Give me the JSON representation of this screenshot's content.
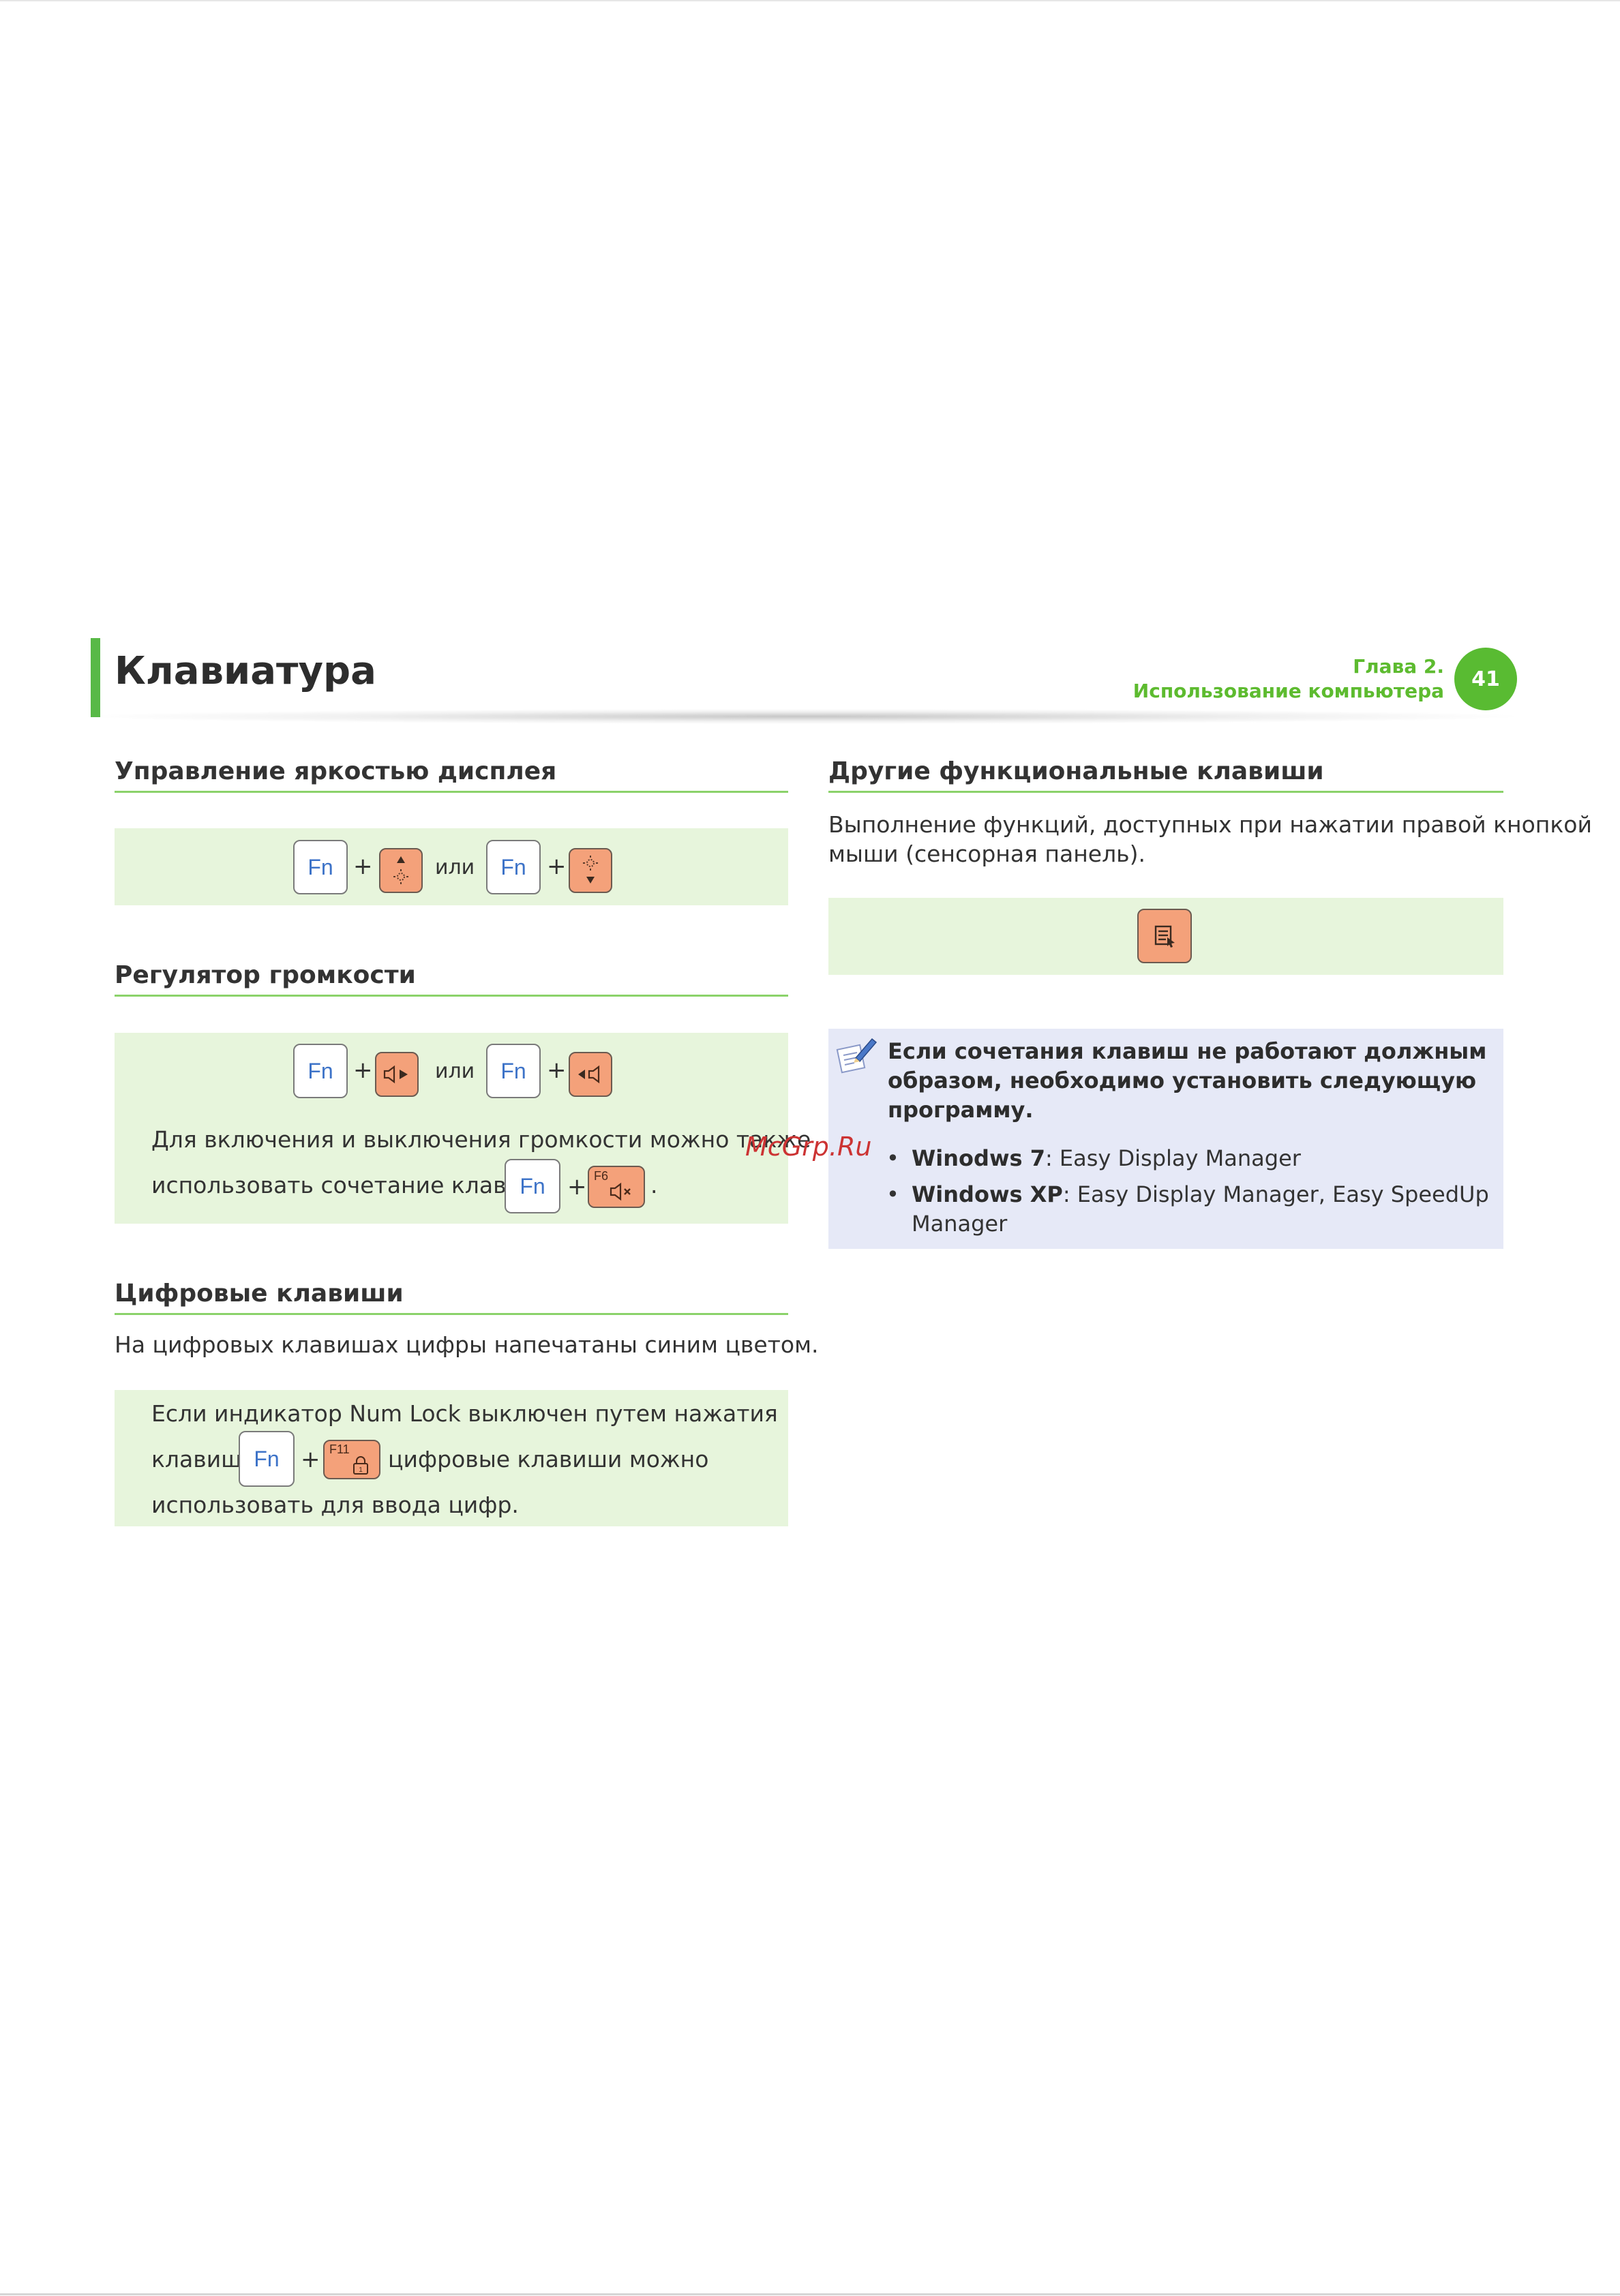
{
  "header": {
    "title": "Клавиатура",
    "chapter_line1": "Глава 2.",
    "chapter_line2": "Использование компьютера",
    "page_number": "41"
  },
  "brightness": {
    "heading": "Управление яркостью дисплея",
    "fn": "Fn",
    "plus": "+",
    "or": "или"
  },
  "volume": {
    "heading": "Регулятор громкости",
    "fn": "Fn",
    "plus": "+",
    "or": "или",
    "text_line1": "Для включения и выключения громкости можно также",
    "text_line2": "использовать сочетание клавиш",
    "mute_key_label": "F6",
    "end_dot": "."
  },
  "numeric": {
    "heading": "Цифровые клавиши",
    "description": "На цифровых клавишах цифры напечатаны синим цветом.",
    "text_line1": "Если индикатор Num Lock выключен путем нажатия",
    "text_line2a": "клавиш",
    "text_line2b": "цифровые клавиши можно",
    "text_line3": "использовать для ввода цифр.",
    "fn": "Fn",
    "plus": "+",
    "numlock_key_label": "F11"
  },
  "other": {
    "heading": "Другие функциональные клавиши",
    "text_line1": "Выполнение функций, доступных при нажатии правой кнопкой",
    "text_line2": "мыши (сенсорная панель)."
  },
  "note": {
    "title_line1": "Если сочетания клавиш не работают должным",
    "title_line2": "образом, необходимо установить следующую",
    "title_line3": "программу.",
    "items": [
      {
        "label": "Winodws 7",
        "text": ": Easy Display Manager"
      },
      {
        "label": "Windows XP",
        "text": ": Easy Display Manager, Easy SpeedUp",
        "text_cont": "Manager"
      }
    ]
  },
  "watermark": "McGrp.Ru",
  "icons": [
    "brightness-up-icon",
    "brightness-down-icon",
    "volume-down-icon",
    "volume-up-icon",
    "mute-icon",
    "numlock-icon",
    "context-menu-icon",
    "note-pencil-icon"
  ],
  "colors": {
    "accent_green": "#58b947",
    "green_box": "#e7f5dc",
    "note_box": "#e6e9f7",
    "orange_key": "#f4a17a",
    "fn_text": "#3d73c8"
  }
}
